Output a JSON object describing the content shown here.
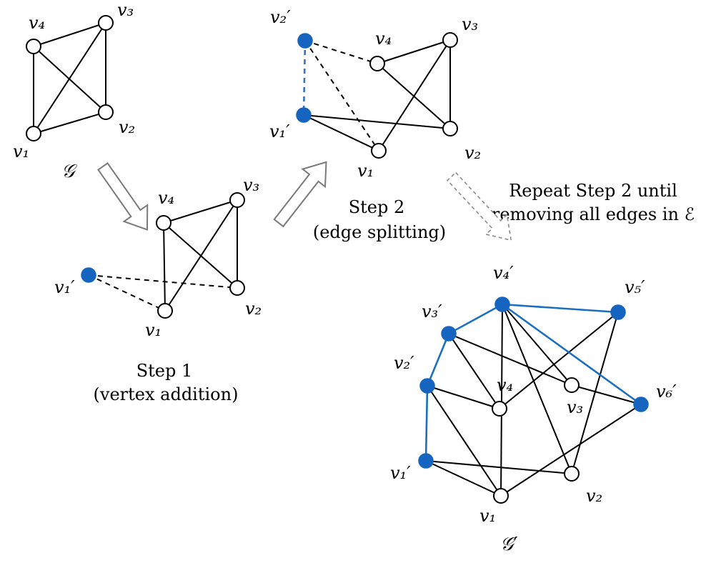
{
  "captions": {
    "step1_title": "Step 1",
    "step1_sub": "(vertex addition)",
    "step2_title": "Step 2",
    "step2_sub": "(edge splitting)",
    "repeat_line1": "Repeat Step 2 until",
    "repeat_line2": "removing all edges in ℰ"
  },
  "graph_labels": {
    "original": "𝒢",
    "final": "𝒢′"
  },
  "vertex_label_names": {
    "v1": "v₁",
    "v2": "v₂",
    "v3": "v₃",
    "v4": "v₄",
    "v1p": "v₁′",
    "v2p": "v₂′",
    "v3p": "v₃′",
    "v4p": "v₄′",
    "v5p": "v₅′",
    "v6p": "v₆′"
  },
  "colors": {
    "new_vertex": "#1565c0",
    "new_edge": "#1a6fbf",
    "arrow_outline": "#7a7a7a"
  }
}
